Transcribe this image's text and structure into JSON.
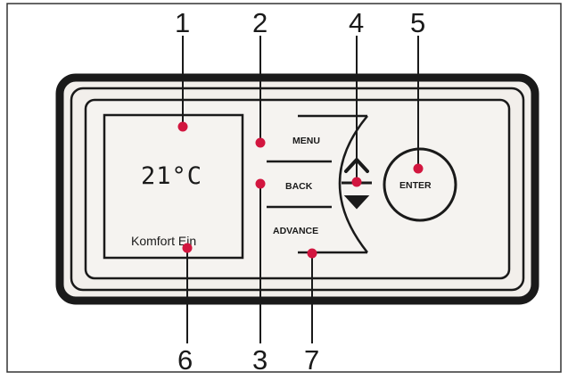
{
  "callouts": {
    "c1": "1",
    "c2": "2",
    "c3": "3",
    "c4": "4",
    "c5": "5",
    "c6": "6",
    "c7": "7"
  },
  "display": {
    "temperature": "21°C",
    "status": "Komfort Ein"
  },
  "buttons": {
    "menu": "MENU",
    "back": "BACK",
    "advance": "ADVANCE",
    "enter": "ENTER"
  },
  "colors": {
    "marker": "#d2163f",
    "outline": "#1a1a1a",
    "panel": "#f5f3f0",
    "frame": "#ffffff"
  },
  "icons": {
    "up": "up-arrow-icon",
    "down": "down-arrow-icon"
  }
}
